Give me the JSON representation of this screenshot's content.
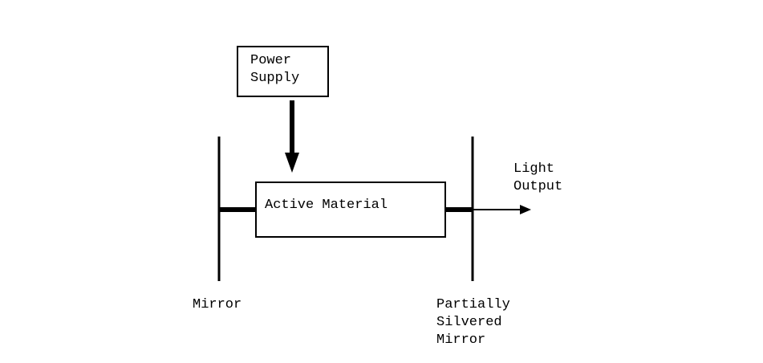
{
  "diagram": {
    "power_supply": {
      "line1": "Power",
      "line2": "Supply"
    },
    "active_material": "Active Material",
    "light_output": {
      "line1": "Light",
      "line2": "Output"
    },
    "mirror_label": "Mirror",
    "partial_mirror": {
      "line1": "Partially",
      "line2": "Silvered",
      "line3": "Mirror"
    }
  }
}
